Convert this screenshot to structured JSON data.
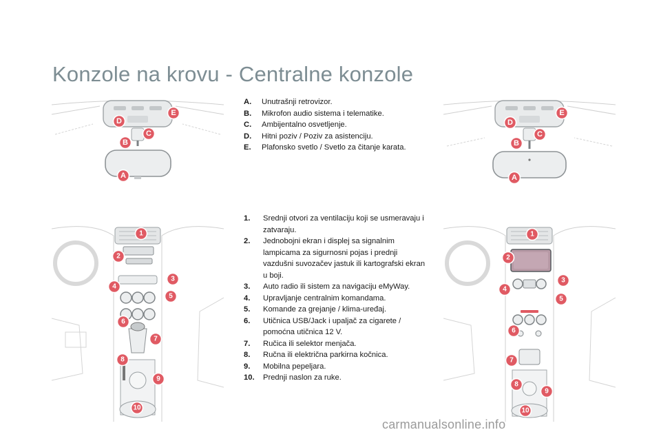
{
  "page": {
    "title": "Konzole na krovu - Centralne konzole",
    "footer": "carmanualsonline.info",
    "accent_color": "#e05a63"
  },
  "roof_console": {
    "labels": [
      "A",
      "B",
      "C",
      "D",
      "E"
    ],
    "items": [
      {
        "key": "A.",
        "text": "Unutrašnji retrovizor."
      },
      {
        "key": "B.",
        "text": "Mikrofon audio sistema i telematike."
      },
      {
        "key": "C.",
        "text": "Ambijentalno osvetljenje."
      },
      {
        "key": "D.",
        "text": "Hitni poziv / Poziv za asistenciju."
      },
      {
        "key": "E.",
        "text": "Plafonsko svetlo / Svetlo za čitanje karata."
      }
    ]
  },
  "central_console": {
    "labels": [
      "1",
      "2",
      "3",
      "4",
      "5",
      "6",
      "7",
      "8",
      "9",
      "10"
    ],
    "items": [
      {
        "key": "1.",
        "text": "Srednji otvori za ventilaciju koji se usmeravaju i zatvaraju."
      },
      {
        "key": "2.",
        "text": "Jednobojni ekran i displej sa signalnim lampicama za sigurnosni pojas i prednji vazdušni suvozačev jastuk ili kartografski ekran u boji."
      },
      {
        "key": "3.",
        "text": "Auto radio ili sistem za navigaciju eMyWay."
      },
      {
        "key": "4.",
        "text": "Upravljanje centralnim komandama."
      },
      {
        "key": "5.",
        "text": "Komande za grejanje / klima-uređaj."
      },
      {
        "key": "6.",
        "text": "Utičnica USB/Jack i upaljač za cigarete / pomoćna utičnica 12 V."
      },
      {
        "key": "7.",
        "text": "Ručica ili selektor menjača."
      },
      {
        "key": "8.",
        "text": "Ručna ili električna parkirna kočnica."
      },
      {
        "key": "9.",
        "text": "Mobilna pepeljara."
      },
      {
        "key": "10.",
        "text": "Prednji naslon za ruke."
      }
    ]
  }
}
